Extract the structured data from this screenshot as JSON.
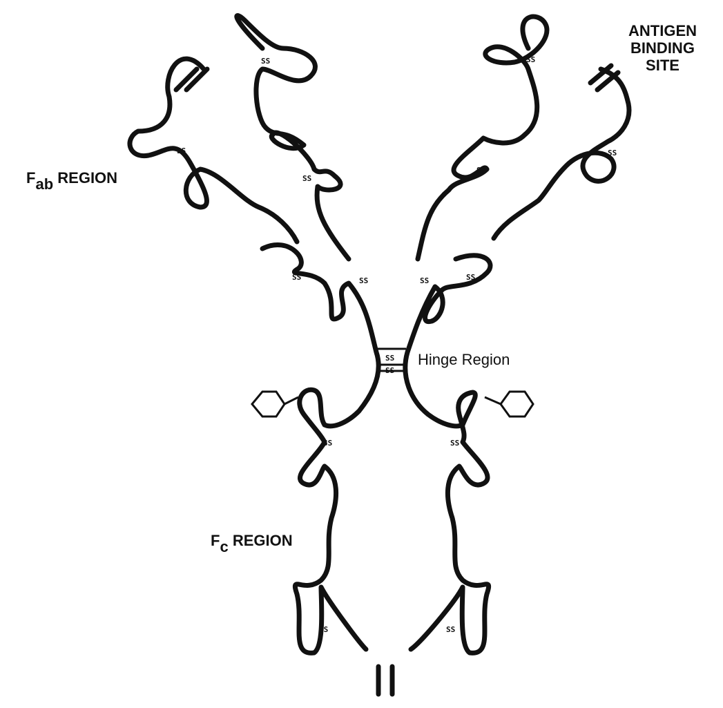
{
  "labels": {
    "antigen_binding_site": [
      "ANTIGEN",
      "BINDING",
      "SITE"
    ],
    "fab": {
      "main": "F",
      "sub": "ab",
      "rest": "REGION"
    },
    "fc": {
      "main": "F",
      "sub": "c",
      "rest": "REGION"
    },
    "hinge": "Hinge Region",
    "disulfide": "SS"
  },
  "colors": {
    "ink": "#111111",
    "background": "#ffffff"
  }
}
